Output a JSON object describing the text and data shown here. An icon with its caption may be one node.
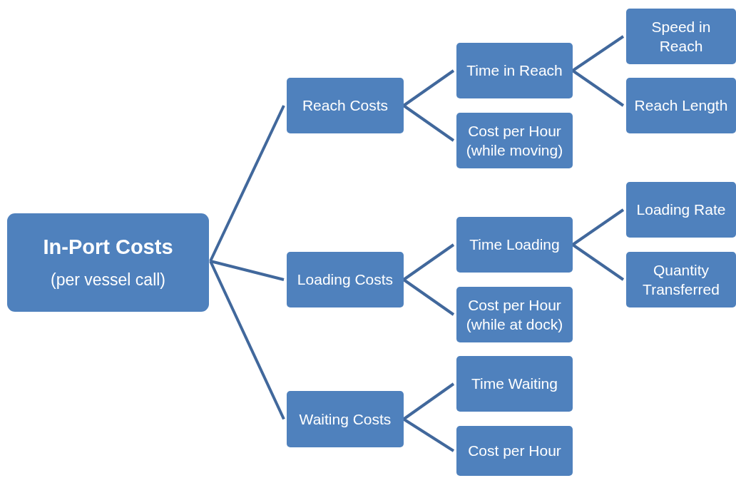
{
  "diagram": {
    "nodes": [
      {
        "text": [
          "In-Port Costs",
          "(per vessel call)"
        ]
      },
      {
        "text": [
          "Reach Costs"
        ]
      },
      {
        "text": [
          "Time in Reach"
        ]
      },
      {
        "text": [
          "Speed in Reach"
        ]
      },
      {
        "text": [
          "Reach Length"
        ]
      },
      {
        "text": [
          "Cost per Hour (while moving)"
        ]
      },
      {
        "text": [
          "Loading Costs"
        ]
      },
      {
        "text": [
          "Time Loading"
        ]
      },
      {
        "text": [
          "Loading Rate"
        ]
      },
      {
        "text": [
          "Quantity Transferred"
        ]
      },
      {
        "text": [
          "Cost per Hour (while at dock)"
        ]
      },
      {
        "text": [
          "Waiting Costs"
        ]
      },
      {
        "text": [
          "Time Waiting"
        ]
      },
      {
        "text": [
          "Cost per Hour"
        ]
      }
    ],
    "edges": [
      {
        "from": 0,
        "to": 1,
        "arrow": "none"
      },
      {
        "from": 0,
        "to": 6,
        "arrow": "none"
      },
      {
        "from": 0,
        "to": 11,
        "arrow": "none"
      },
      {
        "from": 1,
        "to": 2,
        "arrow": "none"
      },
      {
        "from": 1,
        "to": 5,
        "arrow": "none"
      },
      {
        "from": 2,
        "to": 3,
        "arrow": "none"
      },
      {
        "from": 2,
        "to": 4,
        "arrow": "none"
      },
      {
        "from": 6,
        "to": 7,
        "arrow": "none"
      },
      {
        "from": 6,
        "to": 10,
        "arrow": "none"
      },
      {
        "from": 7,
        "to": 8,
        "arrow": "none"
      },
      {
        "from": 7,
        "to": 9,
        "arrow": "none"
      },
      {
        "from": 11,
        "to": 12,
        "arrow": "none"
      },
      {
        "from": 11,
        "to": 13,
        "arrow": "none"
      }
    ]
  }
}
